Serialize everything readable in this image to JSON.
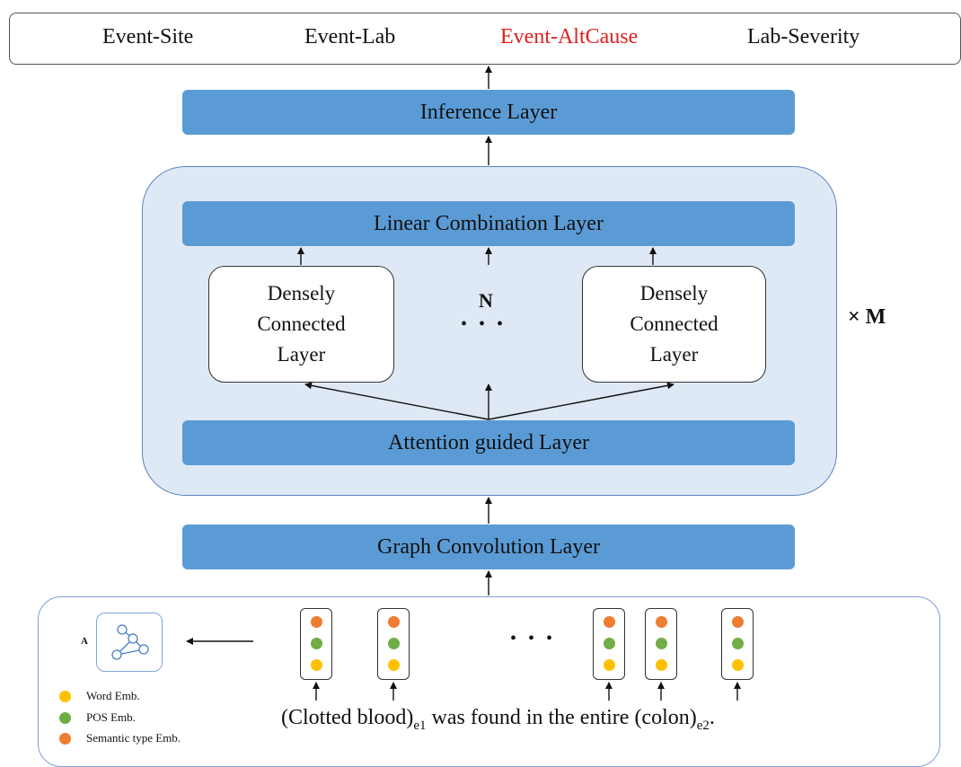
{
  "output": {
    "labels": [
      "Event-Site",
      "Event-Lab",
      "Event-AltCause",
      "Lab-Severity"
    ],
    "highlight_color": "#e02020"
  },
  "inference_layer": "Inference Layer",
  "linear_layer": "Linear Combination Layer",
  "dense_layer": {
    "line1": "Densely",
    "line2": "Connected",
    "line3": "Layer"
  },
  "n_label": "N",
  "ellipsis": "• • •",
  "attention_layer": "Attention guided Layer",
  "repeat_label": "× M",
  "gcn_layer": "Graph Convolution Layer",
  "adjacency_label": "A",
  "legend": [
    {
      "label": "Word Emb.",
      "color": "#ffc000"
    },
    {
      "label": "POS Emb.",
      "color": "#70ad47"
    },
    {
      "label": "Semantic type Emb.",
      "color": "#ed7d31"
    }
  ],
  "sentence": {
    "part1": "(Clotted blood)",
    "sub1": "e1",
    "part2": " was found in the entire (colon)",
    "sub2": "e2",
    "part3": "."
  },
  "colors": {
    "layer_blue": "#5b9bd5",
    "module_bg": "#dfe9f5"
  }
}
